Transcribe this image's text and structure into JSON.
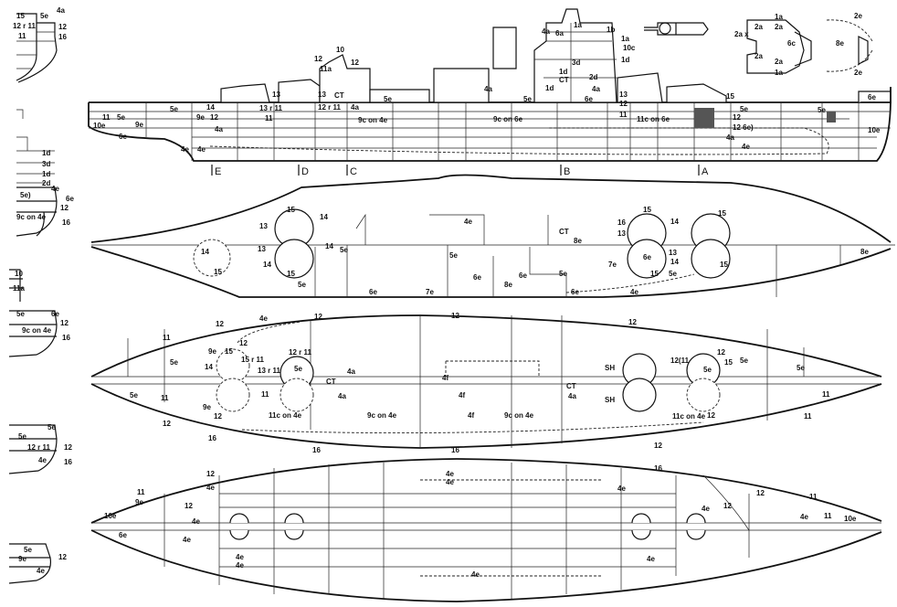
{
  "title": "Armour arrangement plan",
  "section_markers": [
    "E",
    "D",
    "C",
    "B",
    "A"
  ],
  "labels": {
    "sections": [
      "15",
      "5e",
      "4a",
      "12 r 11",
      "12",
      "11",
      "16",
      "1d",
      "3d",
      "1d",
      "2d",
      "4e",
      "6e",
      "5e)",
      "12",
      "9c on 4e",
      "16",
      "10",
      "11a",
      "5e",
      "6e",
      "12",
      "9c on 4e",
      "16",
      "5e",
      "5e",
      "12 r 11",
      "12",
      "4e",
      "16",
      "5e",
      "9e",
      "12",
      "4e"
    ],
    "profile": [
      "13",
      "CT",
      "5e",
      "4a",
      "5e",
      "6e",
      "4a",
      "13",
      "12",
      "11",
      "11c on 6e",
      "15",
      "5e",
      "12",
      "12 6e)",
      "4a",
      "4e",
      "5e",
      "10e",
      "6e",
      "9c on 6e",
      "9c on 4e",
      "14",
      "9e",
      "12",
      "13 r 11",
      "11",
      "4a",
      "5e",
      "11",
      "5e",
      "10e",
      "9e",
      "6e",
      "4e",
      "4e",
      "12",
      "10",
      "11a",
      "12",
      "1d",
      "3d",
      "CT",
      "1d",
      "2d",
      "1a",
      "10c",
      "1d",
      "4a",
      "6a",
      "1a",
      "1b",
      "4a",
      "13",
      "12 r 11"
    ],
    "tower_details": [
      "1a",
      "2a",
      "2a",
      "2a x",
      "6c",
      "2a",
      "2a",
      "1a",
      "2e",
      "8e",
      "2e"
    ],
    "upper_deck": [
      "15",
      "14",
      "13",
      "14",
      "13",
      "14",
      "15",
      "14",
      "15",
      "5e",
      "5e",
      "6e",
      "7e",
      "4e",
      "5e",
      "CT",
      "8e",
      "15",
      "14",
      "15",
      "16",
      "13",
      "13",
      "14",
      "15",
      "15",
      "6e",
      "5e",
      "6e",
      "8e",
      "5e",
      "6e",
      "4e",
      "7e",
      "8e",
      "6e"
    ],
    "middle_deck": [
      "12",
      "4e",
      "12",
      "12",
      "12",
      "11",
      "5e",
      "9e",
      "15",
      "12",
      "15 r 11",
      "13 r 11",
      "12 r 11",
      "5e",
      "14",
      "4a",
      "CT",
      "4a",
      "4f",
      "CT",
      "4a",
      "12(11",
      "5e",
      "15",
      "12",
      "5e",
      "5e",
      "SH",
      "SH",
      "5e",
      "11",
      "9e",
      "11",
      "12",
      "11c on 4e",
      "9c on 4e",
      "4f",
      "4f",
      "9c on 4e",
      "11c on 4e",
      "12",
      "11",
      "11",
      "12",
      "16",
      "16",
      "16",
      "12",
      "11",
      "16"
    ],
    "lower_deck": [
      "12",
      "4e",
      "12",
      "9e",
      "11",
      "10e",
      "4e",
      "4e",
      "16",
      "4e",
      "12",
      "11",
      "4e",
      "12",
      "4e",
      "11",
      "10e",
      "4e",
      "6e",
      "4e",
      "4e",
      "4e",
      "4e",
      "4e"
    ]
  }
}
